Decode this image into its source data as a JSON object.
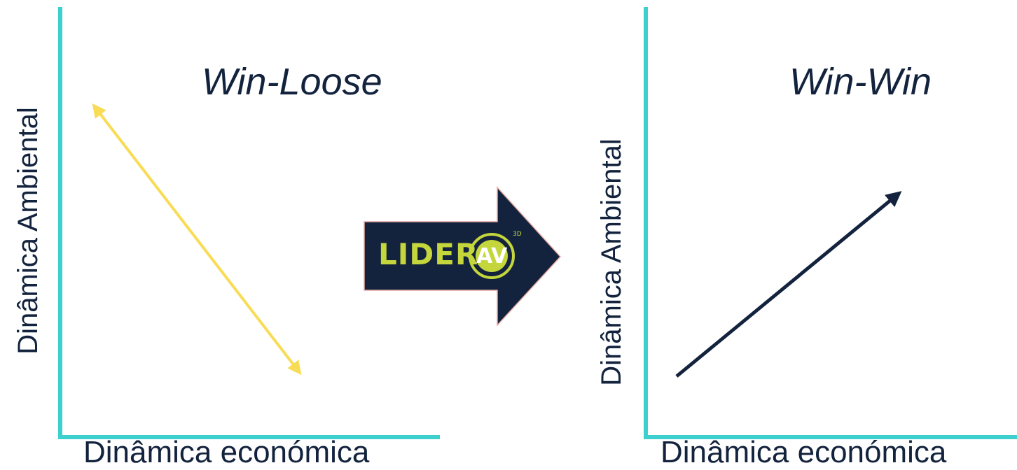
{
  "colors": {
    "axis": "#3ecfcf",
    "text": "#13233d",
    "yellow_arrow": "#f8dc55",
    "dark_arrow": "#13233d",
    "transition_arrow_fill": "#13233d",
    "transition_arrow_border": "#e8a9a0",
    "logo": "#c4d63c"
  },
  "left_panel": {
    "title": "Win-Loose",
    "xlabel": "Dinâmica económica",
    "ylabel": "Dinâmica Ambiental",
    "arrow_icon": "double-headed-arrow"
  },
  "right_panel": {
    "title": "Win-Win",
    "xlabel": "Dinâmica económica",
    "ylabel": "Dinâmica Ambiental",
    "arrow_icon": "up-right-arrow"
  },
  "transition": {
    "logo_text": "LIDER",
    "logo_mark": "AV",
    "logo_superscript": "3D"
  }
}
